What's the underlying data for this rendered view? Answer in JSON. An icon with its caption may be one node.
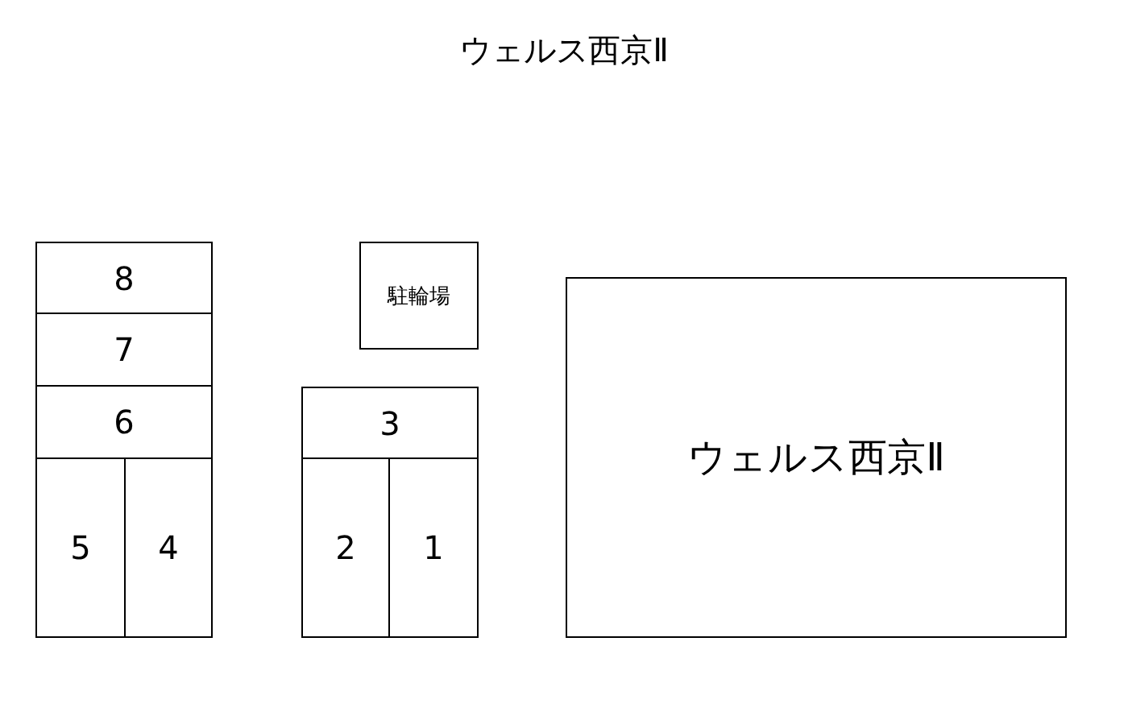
{
  "diagram": {
    "title": "ウェルス西京Ⅱ",
    "nodes": [
      {
        "text": [
          "8"
        ]
      },
      {
        "text": [
          "7"
        ]
      },
      {
        "text": [
          "6"
        ]
      },
      {
        "text": [
          "5"
        ]
      },
      {
        "text": [
          "4"
        ]
      },
      {
        "text": [
          "駐輪場"
        ]
      },
      {
        "text": [
          "3"
        ]
      },
      {
        "text": [
          "2"
        ]
      },
      {
        "text": [
          "1"
        ]
      },
      {
        "text": [
          "ウェルス西京Ⅱ"
        ]
      }
    ]
  }
}
